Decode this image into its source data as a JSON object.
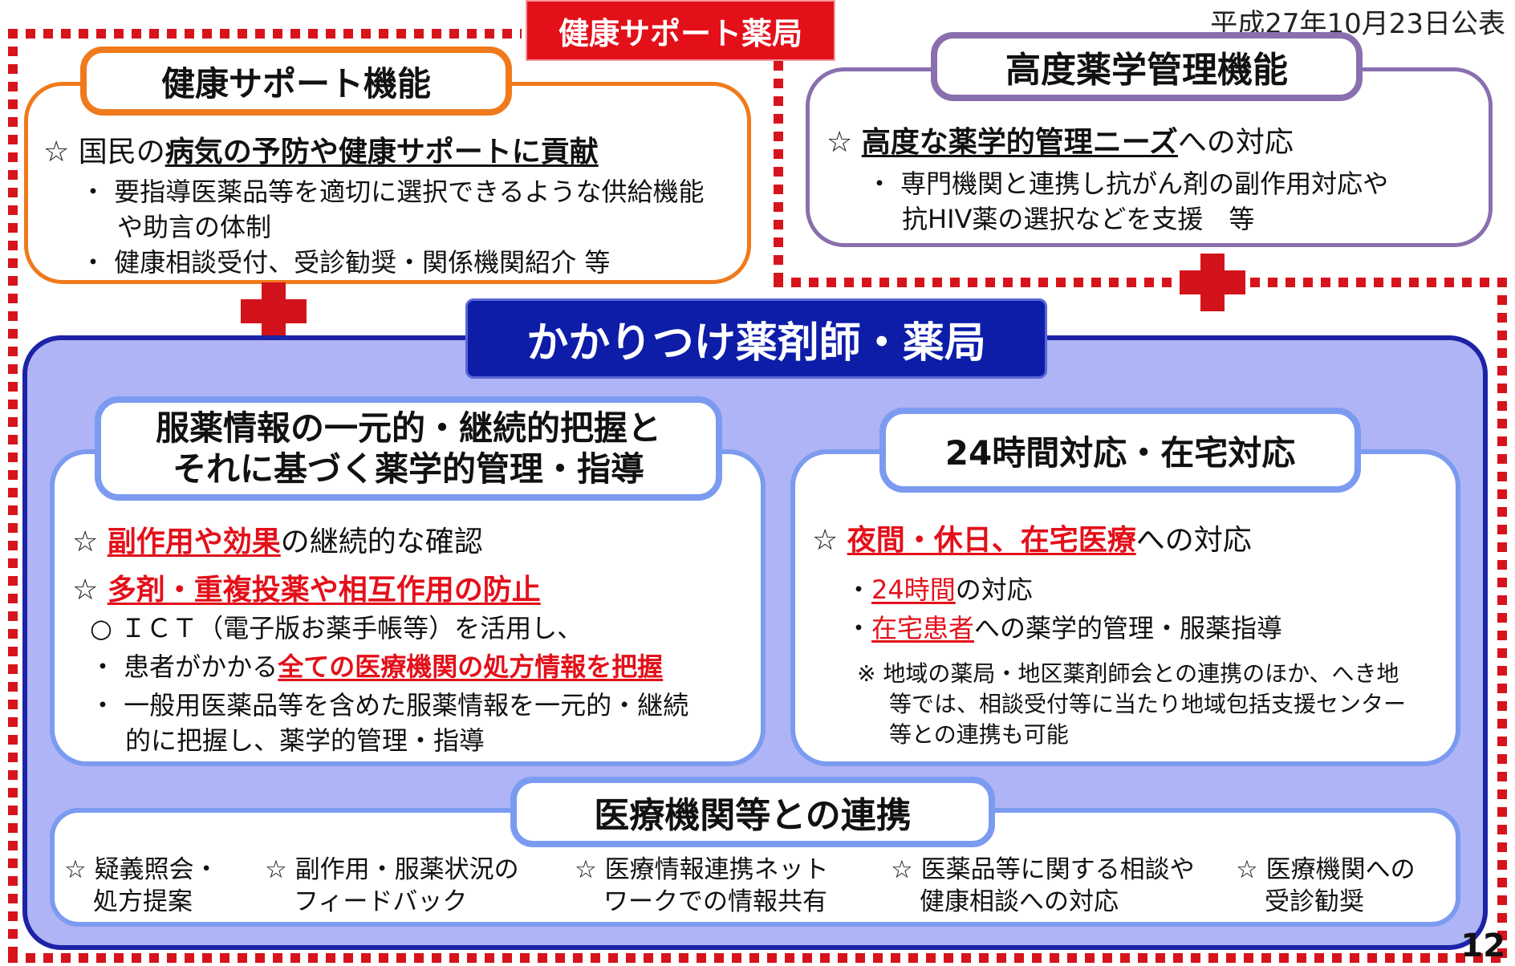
{
  "date": "平成27年10月23日公表",
  "top_tag": "健康サポート薬局",
  "health_support": {
    "title": "健康サポート機能",
    "star_prefix": "☆ 国民の",
    "star_emph": "病気の予防や健康サポートに貢献",
    "bullet1_a": "・ 要指導医薬品等を適切に選択できるような供給機能",
    "bullet1_b": "や助言の体制",
    "bullet2": "・ 健康相談受付、受診勧奨・関係機関紹介 等"
  },
  "advanced": {
    "title": "高度薬学管理機能",
    "star_prefix": "☆ ",
    "star_emph": "高度な薬学的管理ニーズ",
    "star_suffix": "への対応",
    "bullet_a": "・ 専門機関と連携し抗がん剤の副作用対応や",
    "bullet_b": "抗HIV薬の選択などを支援　等"
  },
  "pharmacist": {
    "title": "かかりつけ薬剤師・薬局"
  },
  "info_box": {
    "title_line1": "服薬情報の一元的・継続的把握と",
    "title_line2": "それに基づく薬学的管理・指導",
    "star1_mark": "☆ ",
    "star1_emph": "副作用や効果",
    "star1_suffix": "の継続的な確認",
    "star2_mark": "☆ ",
    "star2_emph": "多剤・重複投薬や相互作用の防止",
    "circle_line": "○ ＩＣＴ（電子版お薬手帳等）を活用し、",
    "bullet1_prefix": "・ 患者がかかる",
    "bullet1_emph": "全ての医療機関の処方情報を把握",
    "bullet2_a": "・ 一般用医薬品等を含めた服薬情報を一元的・継続",
    "bullet2_b": "的に把握し、薬学的管理・指導"
  },
  "h24_box": {
    "title": "24時間対応・在宅対応",
    "star_mark": "☆ ",
    "star_emph": "夜間・休日、在宅医療",
    "star_suffix": "への対応",
    "bullet1_mark": "・",
    "bullet1_emph": "24時間",
    "bullet1_suffix": "の対応",
    "bullet2_mark": "・",
    "bullet2_emph": "在宅患者",
    "bullet2_suffix": "への薬学的管理・服薬指導",
    "note_a": "※ 地域の薬局・地区薬剤師会との連携のほか、へき地",
    "note_b": "等では、相談受付等に当たり地域包括支援センター",
    "note_c": "等との連携も可能"
  },
  "cooperation": {
    "title": "医療機関等との連携",
    "items": [
      {
        "line1": "☆ 疑義照会・",
        "line2": "処方提案"
      },
      {
        "line1": "☆ 副作用・服薬状況の",
        "line2": "フィードバック"
      },
      {
        "line1": "☆ 医療情報連携ネット",
        "line2": "ワークでの情報共有"
      },
      {
        "line1": "☆ 医薬品等に関する相談や",
        "line2": "健康相談への対応"
      },
      {
        "line1": "☆ 医療機関への",
        "line2": "受診勧奨"
      }
    ]
  },
  "page_number": "12",
  "colors": {
    "frame_red": "#d7131b",
    "orange": "#f07a1b",
    "purple": "#8a6fae",
    "navy": "#0d1da8",
    "panel_blue": "#aeb4f5",
    "light_blue": "#7b9bf0",
    "emphasis_red": "#e3101a"
  }
}
